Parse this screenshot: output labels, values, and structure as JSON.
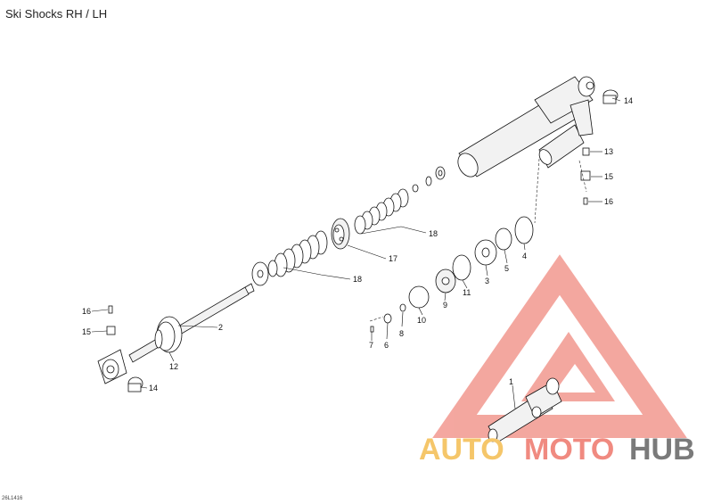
{
  "title": "Ski Shocks RH / LH",
  "drawing_code": "26L1416",
  "watermark": {
    "word1": "AUTO",
    "word2": "MOTO",
    "word3": "HUB",
    "colors": {
      "auto": "#f5c66a",
      "moto": "#f08a80",
      "hub": "#7a7a7a",
      "logo": "#f08a80"
    }
  },
  "callouts": [
    {
      "id": "c1",
      "label": "1"
    },
    {
      "id": "c2",
      "label": "2"
    },
    {
      "id": "c3",
      "label": "3"
    },
    {
      "id": "c4",
      "label": "4"
    },
    {
      "id": "c5",
      "label": "5"
    },
    {
      "id": "c6",
      "label": "6"
    },
    {
      "id": "c7",
      "label": "7"
    },
    {
      "id": "c8",
      "label": "8"
    },
    {
      "id": "c9",
      "label": "9"
    },
    {
      "id": "c10",
      "label": "10"
    },
    {
      "id": "c11",
      "label": "11"
    },
    {
      "id": "c12",
      "label": "12"
    },
    {
      "id": "c13",
      "label": "13"
    },
    {
      "id": "c14a",
      "label": "14"
    },
    {
      "id": "c14b",
      "label": "14"
    },
    {
      "id": "c15a",
      "label": "15"
    },
    {
      "id": "c15b",
      "label": "15"
    },
    {
      "id": "c16a",
      "label": "16"
    },
    {
      "id": "c16b",
      "label": "16"
    },
    {
      "id": "c17",
      "label": "17"
    },
    {
      "id": "c18a",
      "label": "18"
    },
    {
      "id": "c18b",
      "label": "18"
    }
  ]
}
